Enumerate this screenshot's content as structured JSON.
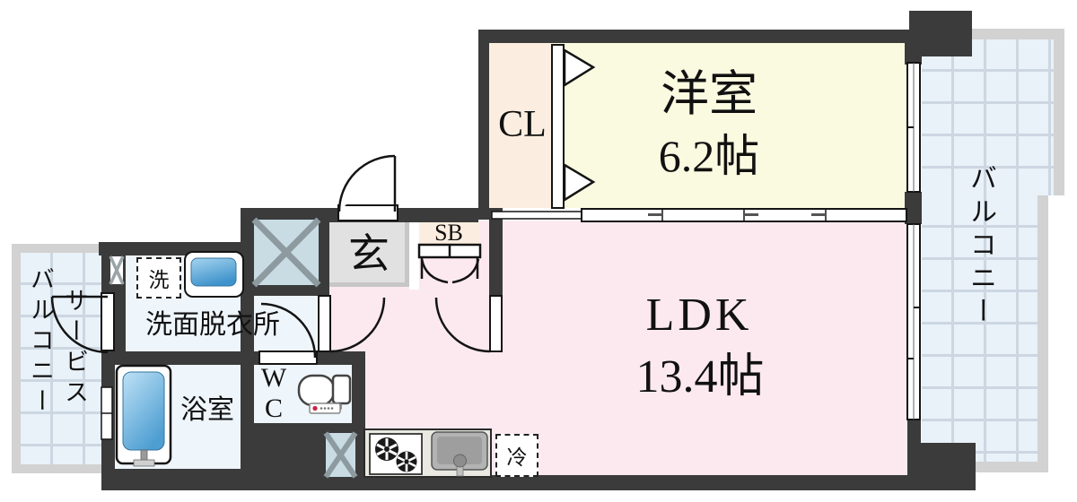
{
  "floorplan": {
    "labels": {
      "western_room": {
        "name": "洋室",
        "size": "6.2帖"
      },
      "ldk": {
        "name": "LDK",
        "size": "13.4帖"
      },
      "closet": "CL",
      "shoe_box": "SB",
      "entrance": "玄",
      "washroom": "洗面脱衣所",
      "bathroom": "浴室",
      "wc_line1": "W",
      "wc_line2": "C",
      "balcony": "バルコニー",
      "service_balcony_col1": "サービス",
      "service_balcony_col2": "バルコニー",
      "washer": "洗",
      "fridge": "冷"
    },
    "colors": {
      "wall": "#3b3b3b",
      "western_room": "#fafae0",
      "closet": "#fbeee0",
      "ldk": "#fce9f0",
      "entrance": "#e1e1e1",
      "wet_rooms": "#eef5fb",
      "balcony_fill": "#e9f1f9",
      "balcony_grid": "#ccd7e2",
      "balcony_frame": "#d2d2d2",
      "pipe_shaft": "#c9dce4",
      "water_blue": "#5ba3d4",
      "toilet_accent_red": "#cc2244"
    }
  }
}
